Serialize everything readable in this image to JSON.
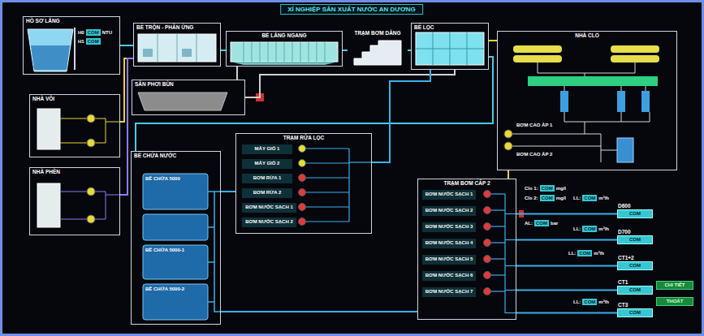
{
  "diagram": {
    "title": "XÍ NGHIỆP SẢN XUẤT NƯỚC AN DƯƠNG",
    "nodes": [
      {
        "text": [
          "HỒ SƠ LẮNG"
        ]
      },
      {
        "text": [
          "BỂ TRỘN - PHẢN ỨNG"
        ]
      },
      {
        "text": [
          "BỂ LẮNG NGANG"
        ]
      },
      {
        "text": [
          "TRẠM BƠM DÂNG"
        ]
      },
      {
        "text": [
          "BỂ LỌC"
        ]
      },
      {
        "text": [
          "NHÀ CLO"
        ]
      },
      {
        "text": [
          "SÂN PHƠI BÙN"
        ]
      },
      {
        "text": [
          "NHÀ VÔI"
        ]
      },
      {
        "text": [
          "NHÀ PHÈN"
        ]
      },
      {
        "text": [
          "BỂ CHỨA NƯỚC"
        ]
      },
      {
        "text": [
          "BỂ CHỨA 5000"
        ],
        "in": 9
      },
      {
        "text": [
          "BỂ CHỨA 5000-1"
        ],
        "in": 9
      },
      {
        "text": [
          "BỂ CHỨA 5000-2"
        ],
        "in": 9
      },
      {
        "text": [
          "TRẠM RỬA LỌC"
        ]
      },
      {
        "text": [
          "MÁY GIÓ 1"
        ],
        "in": 13
      },
      {
        "text": [
          "MÁY GIÓ 2"
        ],
        "in": 13
      },
      {
        "text": [
          "BƠM RỬA 1"
        ],
        "in": 13
      },
      {
        "text": [
          "BƠM RỬA 2"
        ],
        "in": 13
      },
      {
        "text": [
          "BƠM NƯỚC SẠCH 1"
        ],
        "in": 13
      },
      {
        "text": [
          "BƠM NƯỚC SẠCH 2"
        ],
        "in": 13
      },
      {
        "text": [
          "TRẠM BƠM CẤP 2"
        ]
      },
      {
        "text": [
          "BƠM NƯỚC SẠCH 1"
        ],
        "in": 20
      },
      {
        "text": [
          "BƠM NƯỚC SẠCH 2"
        ],
        "in": 20
      },
      {
        "text": [
          "BƠM NƯỚC SẠCH 3"
        ],
        "in": 20
      },
      {
        "text": [
          "BƠM NƯỚC SẠCH 4"
        ],
        "in": 20
      },
      {
        "text": [
          "BƠM NƯỚC SẠCH 5"
        ],
        "in": 20
      },
      {
        "text": [
          "BƠM NƯỚC SẠCH 6"
        ],
        "in": 20
      },
      {
        "text": [
          "BƠM NƯỚC SẠCH 7"
        ],
        "in": 20
      },
      {
        "text": [
          "D600",
          "COM"
        ]
      },
      {
        "text": [
          "D700",
          "COM"
        ]
      },
      {
        "text": [
          "CT1+2",
          "COM"
        ]
      },
      {
        "text": [
          "CT1",
          "COM"
        ]
      },
      {
        "text": [
          "CT3",
          "COM"
        ]
      },
      {
        "text": [
          "CHI TIẾT"
        ]
      },
      {
        "text": [
          "THOÁT"
        ]
      }
    ],
    "edges": [
      {
        "from": 0,
        "to": 1,
        "arrow": "none"
      },
      {
        "from": 1,
        "to": 2,
        "arrow": "none"
      },
      {
        "from": 2,
        "to": 3,
        "arrow": "none"
      },
      {
        "from": 3,
        "to": 4,
        "arrow": "none"
      },
      {
        "from": 2,
        "to": 6,
        "arrow": "none"
      },
      {
        "from": 4,
        "to": 6,
        "arrow": "none"
      },
      {
        "from": 7,
        "to": 1,
        "arrow": "none"
      },
      {
        "from": 8,
        "to": 1,
        "arrow": "none"
      },
      {
        "from": 4,
        "to": 9,
        "arrow": "none"
      },
      {
        "from": 5,
        "to": 4,
        "arrow": "none"
      },
      {
        "from": 5,
        "to": 20,
        "arrow": "none"
      },
      {
        "from": 9,
        "to": 13,
        "arrow": "none"
      },
      {
        "from": 13,
        "to": 4,
        "arrow": "none"
      },
      {
        "from": 9,
        "to": 20,
        "arrow": "none"
      },
      {
        "from": 20,
        "to": 28,
        "arrow": "none"
      },
      {
        "from": 20,
        "to": 29,
        "arrow": "none"
      },
      {
        "from": 20,
        "to": 30,
        "arrow": "none"
      },
      {
        "from": 20,
        "to": 31,
        "arrow": "none"
      },
      {
        "from": 20,
        "to": 32,
        "arrow": "none"
      }
    ],
    "labels": [
      "H0",
      "COM",
      "NTU",
      "H1",
      "COM",
      "BƠM CAO ÁP 1",
      "BƠM CAO ÁP 2",
      "Clo 1:",
      "COM",
      "mg/l",
      "Clo 2:",
      "COM",
      "mg/l",
      "LL:",
      "COM",
      "m³/h",
      "AL:",
      "COM",
      "bar",
      "LL:",
      "COM",
      "m³/h",
      "LL:",
      "COM",
      "m³/h",
      "LL:",
      "COM",
      "m³/h"
    ]
  }
}
